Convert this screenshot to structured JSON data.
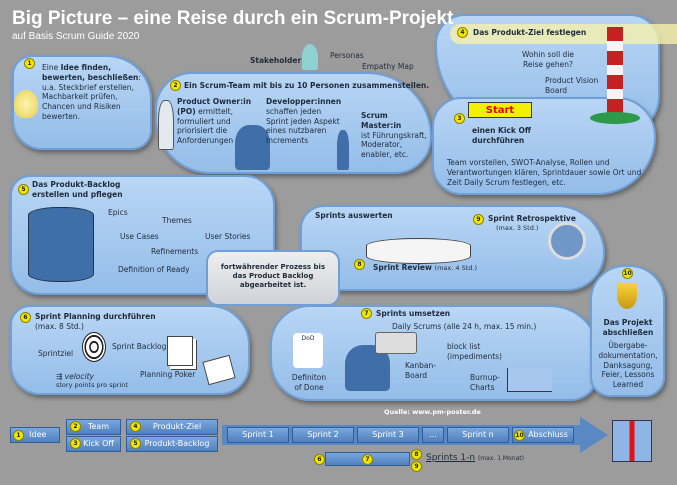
{
  "header": {
    "title": "Big Picture – eine Reise durch ein Scrum-Projekt",
    "subtitle": "auf Basis Scrum Guide 2020"
  },
  "step1": {
    "num": "1",
    "pre": "Eine ",
    "bold": "Idee finden, bewerten, beschließen",
    "text": ": u.a. Steckbrief erstellen, Machbarkeit prüfen, Chancen und Risiken bewerten."
  },
  "stakeholder": {
    "label": "Stakeholder",
    "personas": "Personas",
    "empathy": "Empathy Map"
  },
  "step2": {
    "num": "2",
    "title": "Ein Scrum-Team mit bis zu 10 Personen zusammenstellen.",
    "po_title": "Product Owner:in (PO)",
    "po_text": "ermittelt, formuliert und priorisiert die Anforderungen",
    "dev_title": "Developper:innen",
    "dev_text": "schaffen jeden Sprint jeden Aspekt eines nutzbaren Increments",
    "sm_title": "Scrum Master:in",
    "sm_text": "ist Führungskraft, Moderator, enabler, etc."
  },
  "step4": {
    "num": "4",
    "title": "Das Produkt-Ziel festlegen",
    "q": "Wohin soll die Reise gehen?",
    "board": "Product Vision Board"
  },
  "step3": {
    "num": "3",
    "flag": "Start",
    "title": "einen Kick Off durchführen",
    "text": "Team vorstellen, SWOT-Analyse, Rollen und Verantwortungen klären, Sprintdauer sowie Ort und Zeit Daily Scrum festlegen, etc."
  },
  "step5": {
    "num": "5",
    "title": "Das Produkt-Backlog erstellen und pflegen",
    "items": [
      "Epics",
      "Themes",
      "Use Cases",
      "User Stories",
      "Refinements",
      "Definition of Ready"
    ]
  },
  "center": {
    "text": "fortwährender Prozess bis das Product Backlog abgearbeitet ist."
  },
  "review": {
    "header": "Sprints auswerten",
    "num8": "8",
    "title": "Sprint Review",
    "dur": "(max. 4 Std.)",
    "num9": "9",
    "retro": "Sprint Retrospektive",
    "retro_dur": "(max. 3 Std.)"
  },
  "step6": {
    "num": "6",
    "title": "Sprint Planning durchführen",
    "dur": "(max. 8 Std.)",
    "goal": "Sprintziel",
    "backlog": "Sprint Backlog",
    "velocity": "velocity",
    "velocity_sub": "story points pro sprint",
    "poker": "Planning Poker"
  },
  "step7": {
    "num": "7",
    "title": "Sprints umsetzen",
    "daily": "Daily Scrums (alle 24 h, max. 15 min.)",
    "dod_icon": "DoD",
    "dod": "Definiton of Done",
    "kanban": "Kanban-Board",
    "block": "block list (impediments)",
    "burnup": "Burnup-Charts"
  },
  "step10": {
    "num": "10",
    "title": "Das Projekt abschließen",
    "text": "Übergabe-dokumentation, Danksagung, Feier, Lessons Learned"
  },
  "source": "Quelle: www.pm-poster.de",
  "timeline": {
    "idee": "Idee",
    "team": "Team",
    "kickoff": "Kick Off",
    "ziel": "Produkt-Ziel",
    "backlog": "Produkt-Backlog",
    "sprints": [
      "Sprint 1",
      "Sprint 2",
      "Sprint 3",
      "...",
      "Sprint n"
    ],
    "abschluss": "Abschluss",
    "sprint_label": "Sprints 1-n",
    "sprint_dur": "(max. 1 Monat)",
    "n": [
      "1",
      "2",
      "3",
      "4",
      "5",
      "6",
      "7",
      "8",
      "9",
      "10"
    ]
  }
}
